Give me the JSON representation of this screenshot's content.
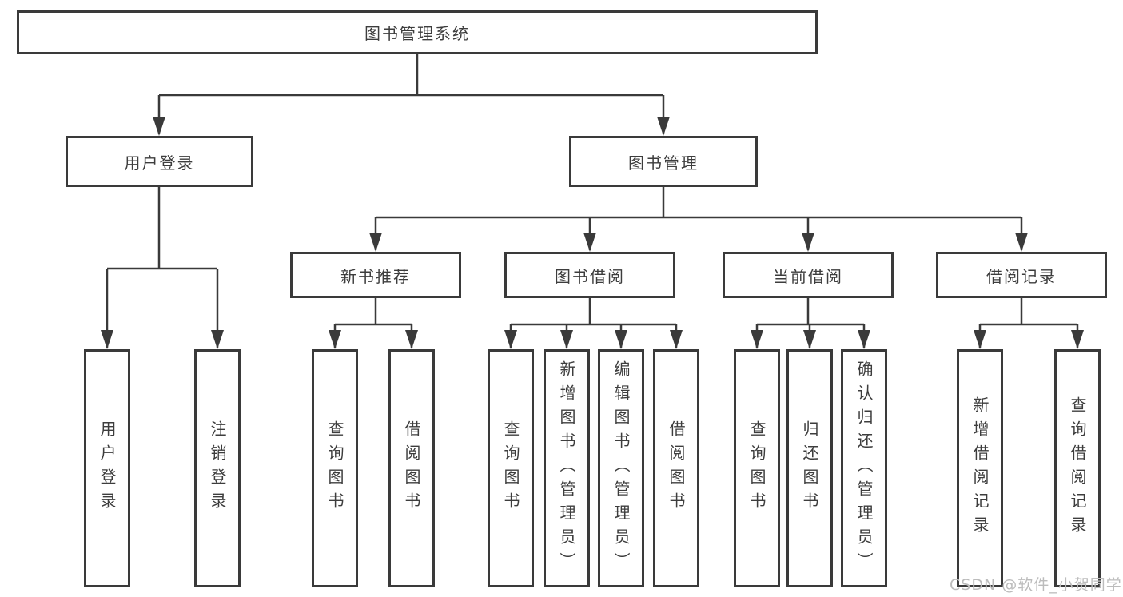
{
  "tree": {
    "root": {
      "label": "图书管理系统"
    },
    "branches": [
      {
        "label": "用户登录",
        "children": [
          {
            "label": "用户登录"
          },
          {
            "label": "注销登录"
          }
        ]
      },
      {
        "label": "图书管理",
        "groups": [
          {
            "label": "新书推荐",
            "children": [
              {
                "label": "查询图书"
              },
              {
                "label": "借阅图书"
              }
            ]
          },
          {
            "label": "图书借阅",
            "children": [
              {
                "label": "查询图书"
              },
              {
                "label": "新增图书（管理员）"
              },
              {
                "label": "编辑图书（管理员）"
              },
              {
                "label": "借阅图书"
              }
            ]
          },
          {
            "label": "当前借阅",
            "children": [
              {
                "label": "查询图书"
              },
              {
                "label": "归还图书"
              },
              {
                "label": "确认归还（管理员）"
              }
            ]
          },
          {
            "label": "借阅记录",
            "children": [
              {
                "label": "新增借阅记录"
              },
              {
                "label": "查询借阅记录"
              }
            ]
          }
        ]
      }
    ]
  },
  "watermark": "CSDN @软件_小贺同学",
  "colors": {
    "line": "#3a3a3a",
    "text": "#3d3d3d",
    "watermark": "#bcbcbc",
    "background": "#ffffff"
  }
}
